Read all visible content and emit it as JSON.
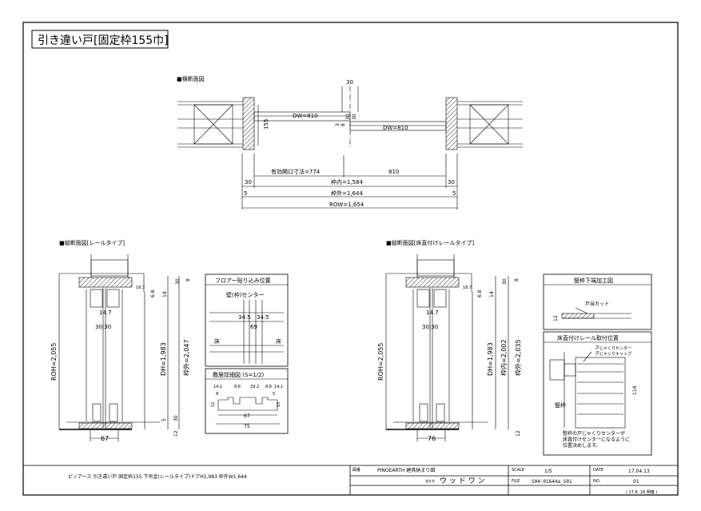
{
  "title": "引き違い戸[固定枠155巾]",
  "plan": {
    "heading": "■横断面図",
    "dim_top": "30",
    "dw_left": "DW=810",
    "dw_right": "DW=810",
    "dim_155": "155",
    "dim_30a": "30",
    "dim_30b": "30",
    "dim_3": "3",
    "dim_8": "8",
    "effective_opening": "有効開口寸法=774",
    "dim_810": "810",
    "inner": "枠内=1,584",
    "outer": "枠外=1,644",
    "row": "ROW=1,654",
    "d30_left": "30",
    "d30_right": "30",
    "d5_left": "5",
    "d5_right": "5"
  },
  "section_left": {
    "heading": "■縦断面図[レールタイプ]",
    "roh": "ROH=2,055",
    "dh": "DH=1,983",
    "outer": "枠外=2,047",
    "d30": "30",
    "d8": "8",
    "d14": "14",
    "d68": "6.8",
    "d187": "18.7",
    "d147": "14.7",
    "d3030": "30|30",
    "d5": "5",
    "d30b": "30",
    "d12": "12",
    "d67": "67"
  },
  "section_right": {
    "heading": "■縦断面図[床直付けレールタイプ]",
    "roh": "ROH=2,055",
    "dh": "DH=1,983",
    "inner": "枠内=2,002",
    "outer": "枠外=2,035",
    "d30": "30",
    "d8": "8",
    "d14": "14",
    "d68": "6.8",
    "d187": "18.7",
    "d147": "14.7",
    "d3030": "30|30",
    "d12": "12",
    "d76": "76"
  },
  "floor_panel": {
    "title": "フロアー貼り込み位置",
    "center": "壁(枠)センター",
    "d345a": "34.5",
    "d345b": "34.5",
    "d69": "69",
    "floor_l": "床",
    "floor_r": "床"
  },
  "sill_panel": {
    "title": "敷居詳細図 (S=1/2)",
    "d141a": "14.1",
    "d88a": "8.8",
    "d292": "29.2",
    "d88b": "8.8",
    "d141b": "14.1",
    "d8": "8",
    "d5": "5",
    "d12": "12",
    "d15": "15",
    "d67": "67",
    "d75": "75"
  },
  "groove_panel": {
    "title": "竪枠下端加工図",
    "cut": "戸当カット",
    "d12": "12"
  },
  "rail_panel": {
    "title": "床直付けレール取付位置",
    "label1": "戸じゃくりセンター",
    "label2": "戸じゃくりキャップ",
    "d114": "114",
    "frame": "竪枠",
    "note": "竪枠の戸じゃくりセンターが\n床直付けセンターになるように\n位置決めします。"
  },
  "titleblock": {
    "description": "ピノアース 引き違い戸 固定枠155 下吊金(レールタイプ)ドアH1,983 枠外W1,644",
    "name_label": "図番",
    "name": "PINOEARTH 建具納まり図",
    "company_label": "会社名",
    "company": "ウ ッ ド ワ ン",
    "scale_label": "SCALE",
    "scale": "1/5",
    "file_label": "FILE",
    "file": "S04-01644a_S01",
    "date_label": "DATE",
    "date": "17.04.13",
    "no_label": "NO.",
    "no": "01",
    "revision": "( 17.8 .18 明確 )"
  }
}
